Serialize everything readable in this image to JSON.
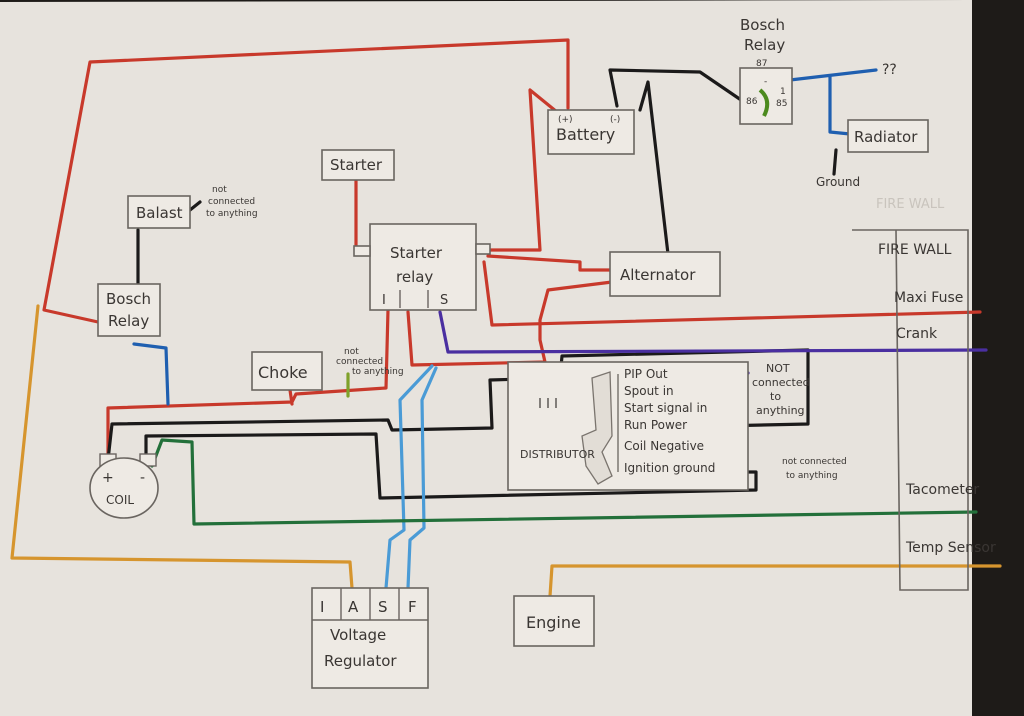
{
  "components": {
    "bosch_relay_top": {
      "title_line1": "Bosch",
      "title_line2": "Relay",
      "pin87": "87",
      "pin86": "86",
      "pin1": "1",
      "pin85": "85",
      "dash": "-"
    },
    "unknown": "??",
    "radiator": "Radiator",
    "ground": "Ground",
    "battery": {
      "label": "Battery",
      "plus": "(+)",
      "minus": "(-)"
    },
    "starter": "Starter",
    "balast": "Balast",
    "balast_note": [
      "not",
      "connected",
      "to anything"
    ],
    "starter_relay": {
      "line1": "Starter",
      "line2": "relay",
      "pin_i": "I",
      "pin_s": "S"
    },
    "alternator": "Alternator",
    "bosch_relay_left": {
      "line1": "Bosch",
      "line2": "Relay"
    },
    "choke": "Choke",
    "choke_note": [
      "not",
      "connected",
      "to anything"
    ],
    "coil": {
      "label": "COIL",
      "plus": "+",
      "minus": "-"
    },
    "distributor": {
      "label": "DISTRIBUTOR",
      "pins": [
        "PIP Out",
        "Spout in",
        "Start signal in",
        "Run Power",
        "Coil Negative",
        "Ignition ground"
      ]
    },
    "not_connected_right": [
      "NOT",
      "connected",
      "to",
      "anything"
    ],
    "ignition_note": [
      "not connected",
      "to anything"
    ],
    "firewall": {
      "ghost": "FIRE WALL",
      "label": "FIRE WALL"
    },
    "firewall_labels": [
      "Maxi Fuse",
      "Crank",
      "Tacometer",
      "Temp Sensor"
    ],
    "voltage_regulator": {
      "pins": [
        "I",
        "A",
        "S",
        "F"
      ],
      "line1": "Voltage",
      "line2": "Regulator"
    },
    "engine": "Engine"
  }
}
